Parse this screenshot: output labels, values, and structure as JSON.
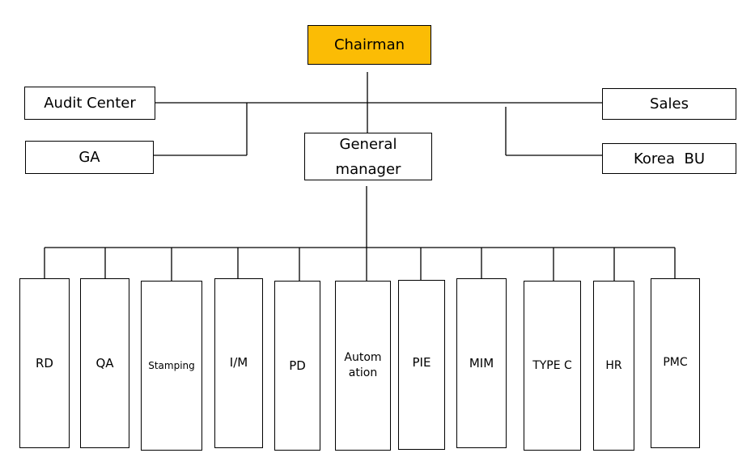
{
  "chart": {
    "chairman": "Chairman",
    "audit_center": "Audit Center",
    "ga": "GA",
    "general_manager_line1": "General",
    "general_manager_line2": "manager",
    "sales": "Sales",
    "korea_bu": "Korea  BU",
    "departments": {
      "rd": "RD",
      "qa": "QA",
      "stamping": "Stamping",
      "im": "I/M",
      "pd": "PD",
      "automation_line1": "Autom",
      "automation_line2": "ation",
      "pie": "PIE",
      "mim": "MIM",
      "type_c": "TYPE C",
      "hr": "HR",
      "pmc": "PMC"
    }
  },
  "colors": {
    "chairman_fill": "#fbbc05",
    "line": "#000000",
    "box_fill": "#ffffff"
  }
}
